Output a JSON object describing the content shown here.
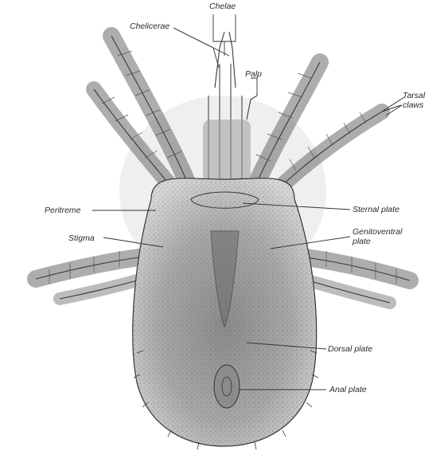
{
  "labels": {
    "chelae": "Chelae",
    "chelicerae": "Chelicerae",
    "palp": "Palp",
    "tarsal_claws": "Tarsal claws",
    "peritreme": "Peritreme",
    "stigma": "Stigma",
    "sternal_plate": "Sternal plate",
    "genitoventral_plate": "Genitoventral plate",
    "dorsal_plate": "Dorsal plate",
    "anal_plate": "Anal plate"
  },
  "colors": {
    "ink": "#2a2a2a",
    "shade": "#9a9a9a",
    "paper": "#ffffff"
  }
}
